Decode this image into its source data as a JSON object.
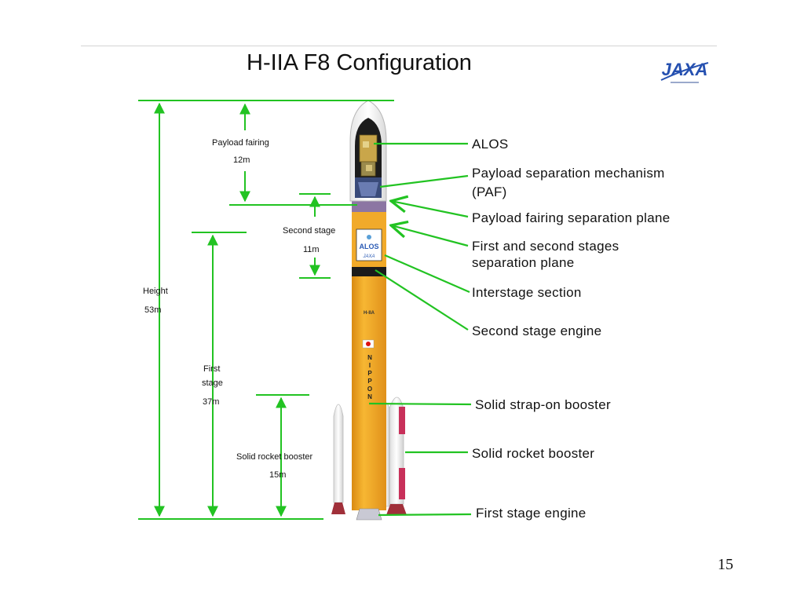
{
  "slide": {
    "title": "H-IIA F8 Configuration",
    "logo_text": "JAXA",
    "page_number": "15"
  },
  "dimensions": {
    "payload_fairing": {
      "label": "Payload fairing",
      "value": "12m"
    },
    "second_stage": {
      "label": "Second stage",
      "value": "11m"
    },
    "height": {
      "label": "Height",
      "value": "53m"
    },
    "first_stage": {
      "label_line1": "First",
      "label_line2": "stage",
      "value": "37m"
    },
    "solid_rocket_booster": {
      "label": "Solid rocket booster",
      "value": "15m"
    }
  },
  "rocket_markings": {
    "payload_name": "ALOS",
    "payload_org": "JAXA",
    "vehicle": "H-IIA",
    "nippon": [
      "N",
      "I",
      "P",
      "P",
      "O",
      "N"
    ]
  },
  "callouts": [
    {
      "id": "alos",
      "lines": [
        "ALOS"
      ]
    },
    {
      "id": "paf",
      "lines": [
        "Payload separation mechanism",
        "(PAF)"
      ]
    },
    {
      "id": "fairing-sep",
      "lines": [
        "Payload fairing separation plane"
      ]
    },
    {
      "id": "stage-sep",
      "lines": [
        "First and second stages",
        "separation plane"
      ]
    },
    {
      "id": "interstage",
      "lines": [
        "Interstage section"
      ]
    },
    {
      "id": "second-engine",
      "lines": [
        "Second stage engine"
      ]
    },
    {
      "id": "strapon",
      "lines": [
        "Solid strap-on booster"
      ]
    },
    {
      "id": "srb",
      "lines": [
        "Solid rocket booster"
      ]
    },
    {
      "id": "first-engine",
      "lines": [
        "First stage engine"
      ]
    }
  ],
  "colors": {
    "dimension_green": "#22c322",
    "rocket_orange": "#f2a51c",
    "rocket_dark": "#1a1a1a",
    "booster_white": "#f4f4f4",
    "logo_blue": "#2550b0"
  }
}
